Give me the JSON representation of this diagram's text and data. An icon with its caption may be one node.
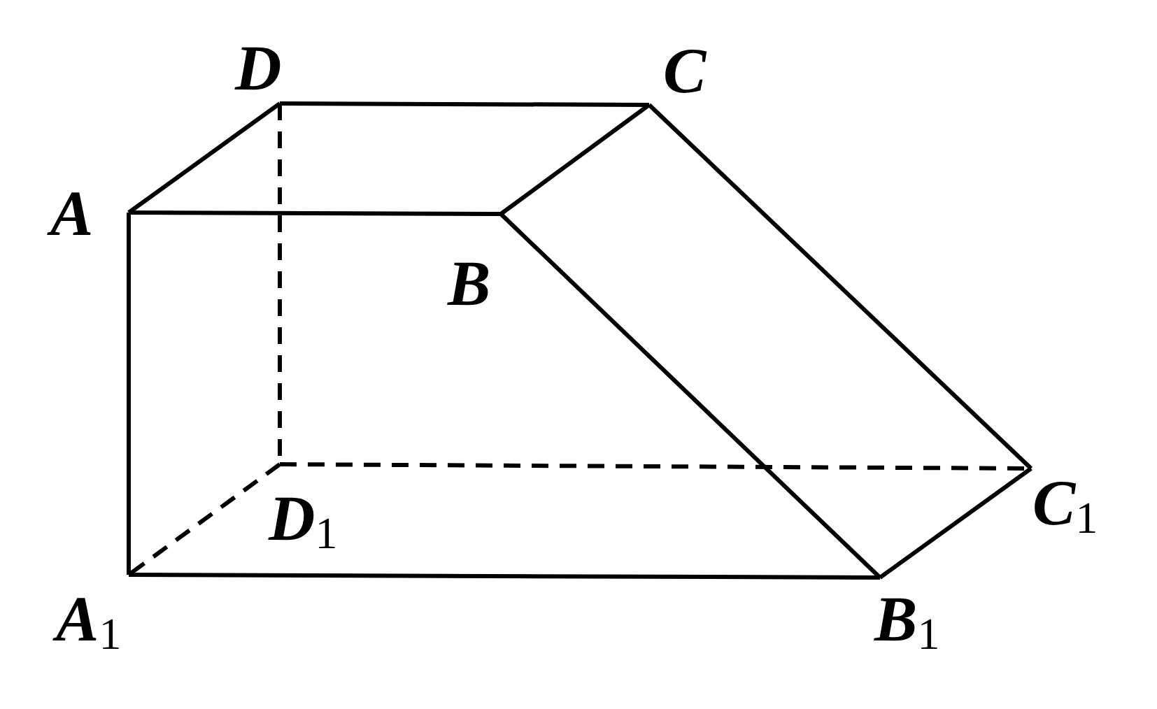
{
  "diagram": {
    "nodes": [
      {
        "text": [
          "D"
        ]
      },
      {
        "text": [
          "C"
        ]
      },
      {
        "text": [
          "A"
        ]
      },
      {
        "text": [
          "B"
        ]
      },
      {
        "text": [
          "D$_{1}$"
        ]
      },
      {
        "text": [
          "C$_{1}$"
        ]
      },
      {
        "text": [
          "A$_{1}$"
        ]
      },
      {
        "text": [
          "B$_{1}$"
        ]
      }
    ],
    "edges": [
      {
        "from": 2,
        "to": 3,
        "arrow": "none"
      },
      {
        "from": 3,
        "to": 1,
        "arrow": "none"
      },
      {
        "from": 0,
        "to": 1,
        "arrow": "none"
      },
      {
        "from": 2,
        "to": 0,
        "arrow": "none"
      },
      {
        "from": 2,
        "to": 6,
        "arrow": "none"
      },
      {
        "from": 6,
        "to": 7,
        "arrow": "none"
      },
      {
        "from": 7,
        "to": 5,
        "arrow": "none"
      },
      {
        "from": 1,
        "to": 5,
        "arrow": "none"
      },
      {
        "from": 3,
        "to": 7,
        "arrow": "none"
      },
      {
        "from": 0,
        "to": 4,
        "arrow": "none",
        "style": "dashed"
      },
      {
        "from": 4,
        "to": 6,
        "arrow": "none",
        "style": "dashed"
      },
      {
        "from": 4,
        "to": 5,
        "arrow": "none",
        "style": "dashed"
      }
    ]
  }
}
